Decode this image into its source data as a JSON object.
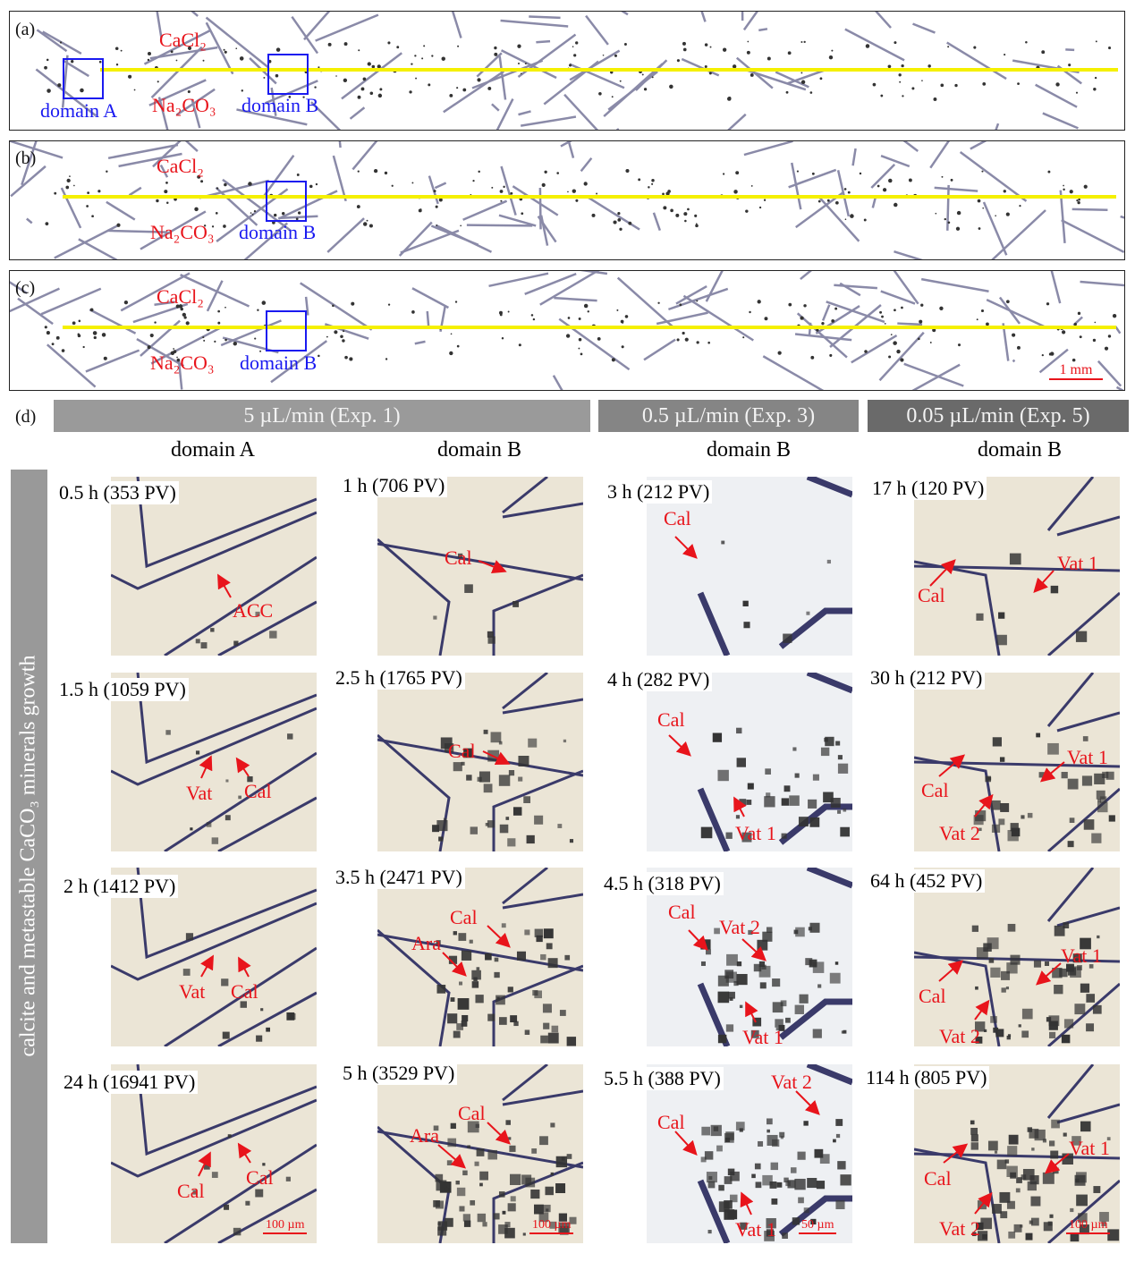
{
  "panels": [
    {
      "label": "(a)",
      "cacl2": "CaCl₂",
      "na2co3": "Na₂CO₃",
      "domain_a": "domain A",
      "domain_b": "domain B"
    },
    {
      "label": "(b)",
      "cacl2": "CaCl₂",
      "na2co3": "Na₂CO₃",
      "domain_b": "domain B"
    },
    {
      "label": "(c)",
      "cacl2": "CaCl₂",
      "na2co3": "Na₂CO₃",
      "domain_b": "domain B",
      "scale": "1 mm"
    }
  ],
  "grid": {
    "label": "(d)",
    "side_label": "calcite and metastable CaCO₃ minerals growth",
    "headers": [
      "5 µL/min  (Exp. 1)",
      "0.5 µL/min (Exp. 3)",
      "0.05 µL/min (Exp. 5)"
    ],
    "domains": [
      "domain A",
      "domain B",
      "domain B",
      "domain B"
    ],
    "cells": [
      [
        {
          "time": "0.5 h (353 PV)",
          "labels": [
            "ACC"
          ]
        },
        {
          "time": "1 h (706 PV)",
          "labels": [
            "Cal"
          ]
        },
        {
          "time": "3 h (212 PV)",
          "labels": [
            "Cal"
          ]
        },
        {
          "time": "17 h (120 PV)",
          "labels": [
            "Cal",
            "Vat 1"
          ]
        }
      ],
      [
        {
          "time": "1.5 h (1059 PV)",
          "labels": [
            "Vat",
            "Cal"
          ]
        },
        {
          "time": "2.5 h (1765 PV)",
          "labels": [
            "Cal"
          ]
        },
        {
          "time": "4 h (282 PV)",
          "labels": [
            "Cal",
            "Vat 1"
          ]
        },
        {
          "time": "30 h (212 PV)",
          "labels": [
            "Cal",
            "Vat 2",
            "Vat 1"
          ]
        }
      ],
      [
        {
          "time": "2 h (1412 PV)",
          "labels": [
            "Vat",
            "Cal"
          ]
        },
        {
          "time": "3.5 h (2471 PV)",
          "labels": [
            "Cal",
            "Ara"
          ]
        },
        {
          "time": "4.5 h (318 PV)",
          "labels": [
            "Cal",
            "Vat 2",
            "Vat 1"
          ]
        },
        {
          "time": "64 h (452 PV)",
          "labels": [
            "Cal",
            "Vat 2",
            "Vat 1"
          ]
        }
      ],
      [
        {
          "time": "24 h (16941 PV)",
          "labels": [
            "Cal",
            "Cal"
          ],
          "scale": "100 µm"
        },
        {
          "time": "5 h (3529 PV)",
          "labels": [
            "Cal",
            "Ara"
          ],
          "scale": "100 µm"
        },
        {
          "time": "5.5 h (388 PV)",
          "labels": [
            "Cal",
            "Vat 2",
            "Vat 1"
          ],
          "scale": "50 µm"
        },
        {
          "time": "114 h (805 PV)",
          "labels": [
            "Cal",
            "Vat 2",
            "Vat 1"
          ],
          "scale": "100 µm"
        }
      ]
    ]
  }
}
